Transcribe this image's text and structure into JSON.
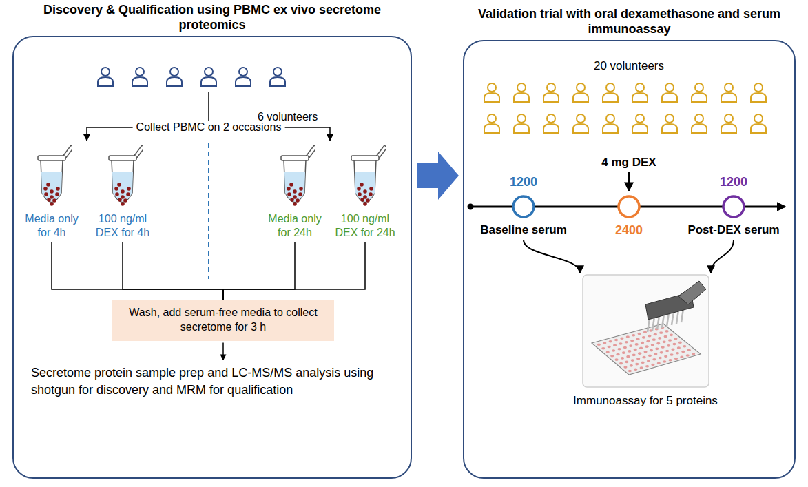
{
  "diagram": {
    "nodes": [
      {
        "text": [
          "Discovery & Qualification using PBMC ex vivo secretome proteomics"
        ]
      },
      {
        "text": [
          "Media only for 4h"
        ],
        "in": 0
      },
      {
        "text": [
          "100 ng/ml DEX for 4h"
        ],
        "in": 0
      },
      {
        "text": [
          "Media only for 24h"
        ],
        "in": 0
      },
      {
        "text": [
          "100 ng/ml DEX for 24h"
        ],
        "in": 0
      },
      {
        "text": [
          "Wash, add serum-free media to collect secretome for 3 h"
        ],
        "in": 0
      },
      {
        "text": [
          "Validation trial with oral dexamethasone and serum immunoassay"
        ]
      },
      {
        "text": [
          "1200",
          "Baseline serum"
        ],
        "in": 6
      },
      {
        "text": [
          "2400"
        ],
        "in": 6
      },
      {
        "text": [
          "1200",
          "Post-DEX serum"
        ],
        "in": 6
      },
      {
        "text": [
          "Immunoassay for 5 proteins"
        ],
        "in": 6
      }
    ],
    "edges": [
      {
        "from": 0,
        "to": 6,
        "arrow": "to"
      },
      {
        "from": 1,
        "to": 5,
        "arrow": "none"
      },
      {
        "from": 2,
        "to": 5,
        "arrow": "none"
      },
      {
        "from": 3,
        "to": 5,
        "arrow": "none"
      },
      {
        "from": 4,
        "to": 5,
        "arrow": "none"
      },
      {
        "from": 7,
        "to": 10,
        "arrow": "to"
      },
      {
        "from": 9,
        "to": 10,
        "arrow": "to"
      }
    ],
    "labels": [
      "6 volunteers",
      "Collect PBMC on 2 occasions",
      "Secretome protein sample prep and LC-MS/MS analysis using shotgun for discovery and MRM for qualification",
      "20 volunteers",
      "4 mg DEX"
    ]
  }
}
